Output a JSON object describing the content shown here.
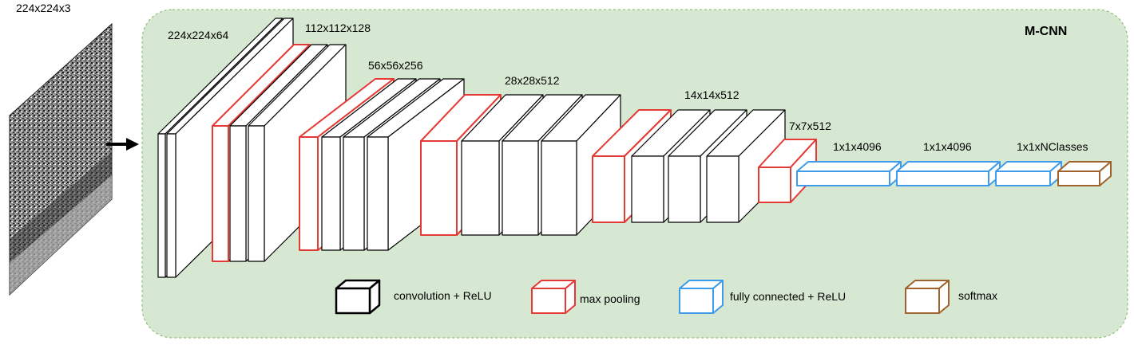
{
  "diagram": {
    "title": "M-CNN",
    "input_label": "224x224x3",
    "colors": {
      "conv": "#000000",
      "pool": "#e53935",
      "fc": "#3d9be9",
      "softmax": "#a0622d",
      "panel_fill": "#d7e8d2",
      "panel_border": "#82b366"
    },
    "dimension_labels": [
      "224x224x64",
      "112x112x128",
      "56x56x256",
      "28x28x512",
      "14x14x512",
      "7x7x512",
      "1x1x4096",
      "1x1x4096",
      "1x1xNClasses"
    ],
    "legend": [
      {
        "key": "conv",
        "label": "convolution + ReLU"
      },
      {
        "key": "pool",
        "label": "max pooling"
      },
      {
        "key": "fc",
        "label": "fully connected + ReLU"
      },
      {
        "key": "softmax",
        "label": "softmax"
      }
    ]
  }
}
